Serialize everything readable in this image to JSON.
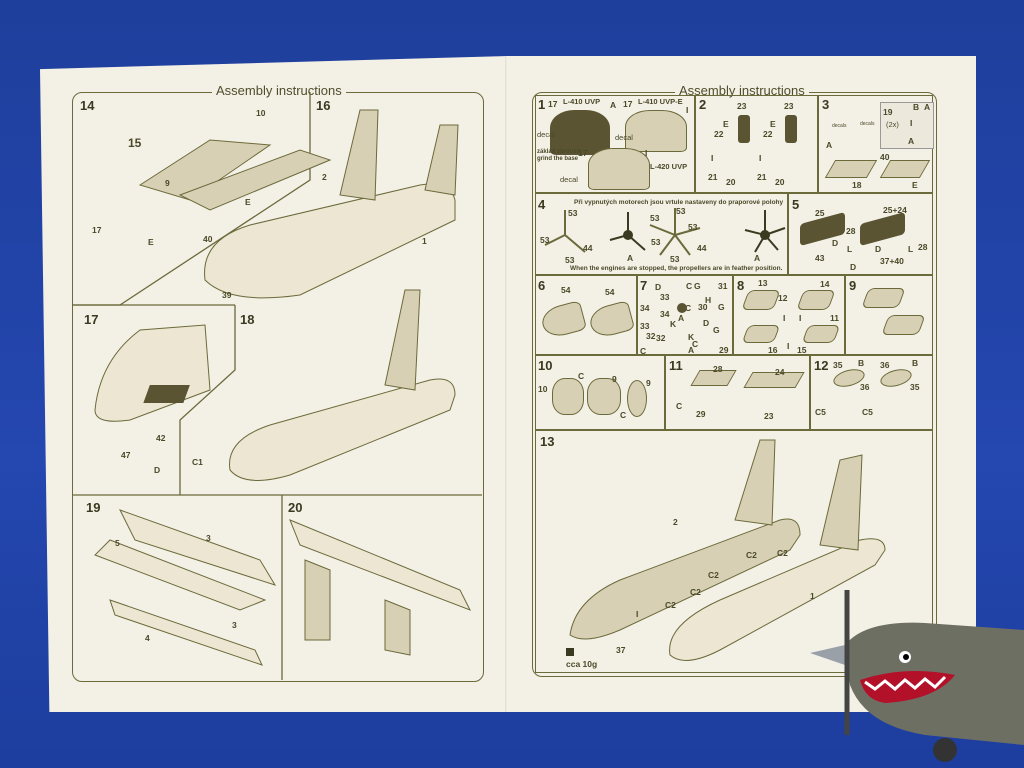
{
  "sheet": {
    "left_title": "Assembly instructions",
    "right_title": "Assembly instructions",
    "left_steps": {
      "s14": {
        "num": "14",
        "labels": [
          "15",
          "10",
          "9",
          "E",
          "17",
          "E"
        ]
      },
      "s16": {
        "num": "16",
        "labels": [
          "2",
          "40",
          "1",
          "39"
        ]
      },
      "s17": {
        "num": "17",
        "labels": [
          "42",
          "47",
          "D"
        ]
      },
      "s18": {
        "num": "18",
        "labels": [
          "C1"
        ]
      },
      "s19": {
        "num": "19",
        "labels": [
          "3",
          "5",
          "3",
          "4"
        ]
      },
      "s20": {
        "num": "20"
      }
    },
    "right_steps": {
      "s1": {
        "num": "1",
        "labels": [
          "17",
          "L-410 UVP",
          "A",
          "17",
          "L-410 UVP-E",
          "I",
          "17",
          "I",
          "L-420 UVP",
          "decal",
          "decal",
          "decal"
        ],
        "grind_cz": "základ zbrousit",
        "grind_en": "grind the base"
      },
      "s2": {
        "num": "2",
        "labels": [
          "23",
          "E",
          "22",
          "I",
          "21",
          "20",
          "23",
          "E",
          "22",
          "I",
          "21",
          "20"
        ]
      },
      "s3": {
        "num": "3",
        "labels": [
          "19",
          "B",
          "A",
          "(2x)",
          "I",
          "A",
          "40",
          "A",
          "18",
          "E",
          "decals",
          "decals"
        ]
      },
      "s4": {
        "num": "4",
        "note_cz": "Při vypnutých motorech jsou vrtule nastaveny do praporové polohy",
        "note_en": "When the engines are stopped, the propellers are in feather position.",
        "labels": [
          "53",
          "53",
          "53",
          "44",
          "A",
          "53",
          "53",
          "53",
          "53",
          "53",
          "44",
          "A"
        ]
      },
      "s5": {
        "num": "5",
        "labels": [
          "25",
          "25+24",
          "28",
          "D",
          "43",
          "L",
          "D",
          "L",
          "28",
          "37+40",
          "D"
        ]
      },
      "s6": {
        "num": "6",
        "labels": [
          "54",
          "54"
        ]
      },
      "s7": {
        "num": "7",
        "labels": [
          "D",
          "33",
          "C",
          "G",
          "31",
          "H",
          "34",
          "34",
          "C",
          "A",
          "30",
          "G",
          "33",
          "K",
          "D",
          "G",
          "32",
          "32",
          "K",
          "C",
          "A",
          "29",
          "C"
        ]
      },
      "s8": {
        "num": "8",
        "labels": [
          "13",
          "12",
          "14",
          "I",
          "I",
          "11",
          "16",
          "I",
          "15"
        ]
      },
      "s9": {
        "num": "9"
      },
      "s10": {
        "num": "10",
        "labels": [
          "10",
          "C",
          "9",
          "9",
          "C"
        ]
      },
      "s11": {
        "num": "11",
        "labels": [
          "28",
          "24",
          "C",
          "29",
          "23"
        ]
      },
      "s12": {
        "num": "12",
        "labels": [
          "35",
          "B",
          "36",
          "B",
          "36",
          "35",
          "C5",
          "C5"
        ]
      },
      "s13": {
        "num": "13",
        "labels": [
          "2",
          "C2",
          "C2",
          "C2",
          "C2",
          "C2",
          "1",
          "I",
          "37",
          "cca 10g"
        ]
      }
    }
  },
  "colors": {
    "background": "#2447b0",
    "paper": "#f3f0e6",
    "ink": "#6b6a3a",
    "part_fill": "#d8d0b4",
    "dark_part": "#5a5432"
  }
}
